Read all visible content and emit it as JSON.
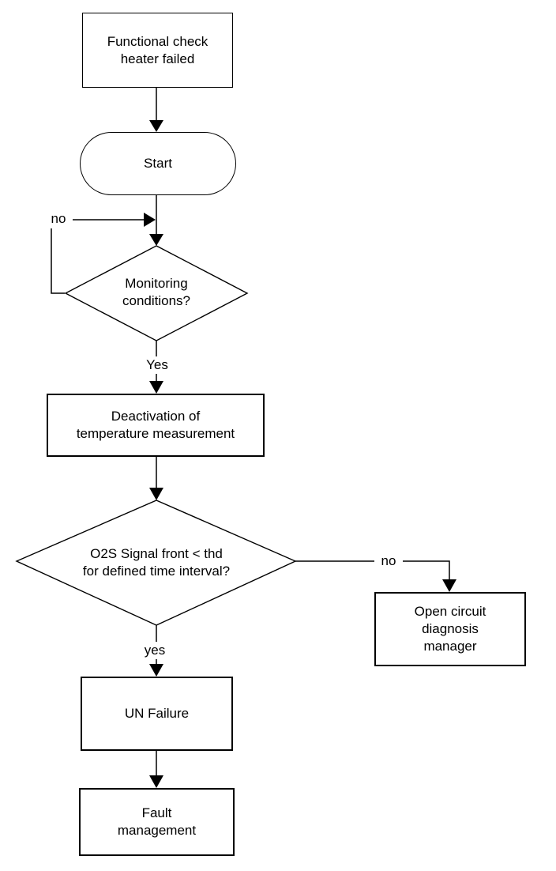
{
  "diagram": {
    "type": "flowchart",
    "colors": {
      "line": "#000000",
      "node_fill": "#ffffff",
      "background": "#ffffff",
      "text": "#000000"
    },
    "nodes": [
      {
        "id": "functional-check-heater-failed",
        "shape": "process",
        "label": "Functional check\nheater failed"
      },
      {
        "id": "start",
        "shape": "terminator",
        "label": "Start"
      },
      {
        "id": "monitoring-conditions",
        "shape": "decision",
        "label": "Monitoring\nconditions?"
      },
      {
        "id": "deactivation-temperature",
        "shape": "process",
        "label": "Deactivation of\ntemperature measurement"
      },
      {
        "id": "o2s-signal-check",
        "shape": "decision",
        "label": "O2S Signal front < thd\nfor defined time interval?"
      },
      {
        "id": "open-circuit-diagnosis-manager",
        "shape": "process",
        "label": "Open circuit\ndiagnosis\nmanager"
      },
      {
        "id": "un-failure",
        "shape": "process",
        "label": "UN Failure"
      },
      {
        "id": "fault-management",
        "shape": "process",
        "label": "Fault\nmanagement"
      }
    ],
    "edge_labels": {
      "monitoring_loop_no": "no",
      "monitoring_yes": "Yes",
      "o2s_no": "no",
      "o2s_yes": "yes"
    }
  }
}
